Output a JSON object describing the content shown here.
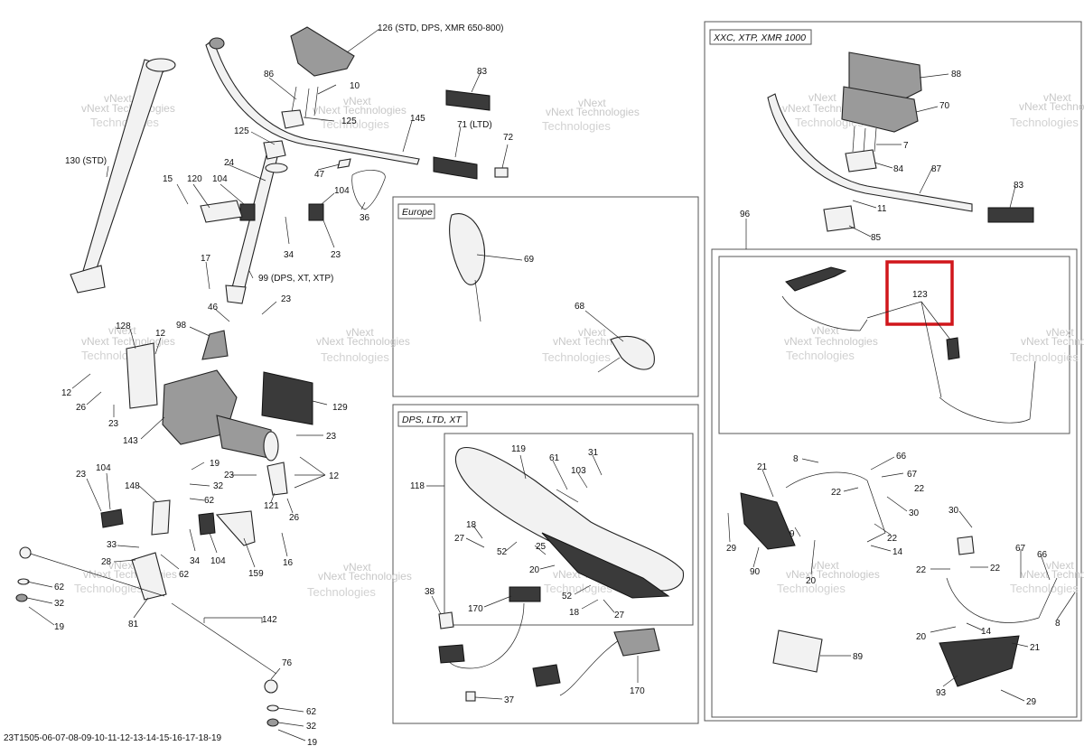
{
  "footer_code": "23T1505-06-07-08-09-10-11-12-13-14-15-16-17-18-19",
  "watermark": {
    "line1": "vNext",
    "line2": "Technologies",
    "line3": "vNext Technologies"
  },
  "groups": {
    "xxc": "XXC, XTP, XMR 1000",
    "europe": "Europe",
    "dps": "DPS, LTD, XT"
  },
  "colors": {
    "highlight": "#d0161b"
  },
  "callouts": [
    {
      "id": "l126",
      "text": "126 (STD, DPS, XMR 650-800)"
    },
    {
      "id": "l86",
      "text": "86"
    },
    {
      "id": "l10",
      "text": "10"
    },
    {
      "id": "l125a",
      "text": "125"
    },
    {
      "id": "l125b",
      "text": "125"
    },
    {
      "id": "l83a",
      "text": "83"
    },
    {
      "id": "l145",
      "text": "145"
    },
    {
      "id": "l71",
      "text": "71 (LTD)"
    },
    {
      "id": "l72",
      "text": "72"
    },
    {
      "id": "l47",
      "text": "47"
    },
    {
      "id": "l36",
      "text": "36"
    },
    {
      "id": "l130",
      "text": "130 (STD)"
    },
    {
      "id": "l24",
      "text": "24"
    },
    {
      "id": "l15",
      "text": "15"
    },
    {
      "id": "l120",
      "text": "120"
    },
    {
      "id": "l104a",
      "text": "104"
    },
    {
      "id": "l104b",
      "text": "104"
    },
    {
      "id": "l34a",
      "text": "34"
    },
    {
      "id": "l23a",
      "text": "23"
    },
    {
      "id": "l17",
      "text": "17"
    },
    {
      "id": "l99",
      "text": "99 (DPS, XT, XTP)"
    },
    {
      "id": "l23b",
      "text": "23"
    },
    {
      "id": "l46",
      "text": "46"
    },
    {
      "id": "l98",
      "text": "98"
    },
    {
      "id": "l128",
      "text": "128"
    },
    {
      "id": "l12a",
      "text": "12"
    },
    {
      "id": "l12b",
      "text": "12"
    },
    {
      "id": "l26a",
      "text": "26"
    },
    {
      "id": "l23c",
      "text": "23"
    },
    {
      "id": "l143",
      "text": "143"
    },
    {
      "id": "l129",
      "text": "129"
    },
    {
      "id": "l23d",
      "text": "23"
    },
    {
      "id": "l19a",
      "text": "19"
    },
    {
      "id": "l32a",
      "text": "32"
    },
    {
      "id": "l23e",
      "text": "23"
    },
    {
      "id": "l12c",
      "text": "12"
    },
    {
      "id": "l23f",
      "text": "23"
    },
    {
      "id": "l104c",
      "text": "104"
    },
    {
      "id": "l148",
      "text": "148"
    },
    {
      "id": "l62a",
      "text": "62"
    },
    {
      "id": "l121",
      "text": "121"
    },
    {
      "id": "l26b",
      "text": "26"
    },
    {
      "id": "l34b",
      "text": "34"
    },
    {
      "id": "l104d",
      "text": "104"
    },
    {
      "id": "l159",
      "text": "159"
    },
    {
      "id": "l16",
      "text": "16"
    },
    {
      "id": "l33",
      "text": "33"
    },
    {
      "id": "l28",
      "text": "28"
    },
    {
      "id": "l62b",
      "text": "62"
    },
    {
      "id": "l62c",
      "text": "62"
    },
    {
      "id": "l32b",
      "text": "32"
    },
    {
      "id": "l19b",
      "text": "19"
    },
    {
      "id": "l81",
      "text": "81"
    },
    {
      "id": "l142",
      "text": "142"
    },
    {
      "id": "l76",
      "text": "76"
    },
    {
      "id": "l62d",
      "text": "62"
    },
    {
      "id": "l32c",
      "text": "32"
    },
    {
      "id": "l19c",
      "text": "19"
    },
    {
      "id": "l69",
      "text": "69"
    },
    {
      "id": "l68",
      "text": "68"
    },
    {
      "id": "l118",
      "text": "118"
    },
    {
      "id": "l119",
      "text": "119"
    },
    {
      "id": "l61",
      "text": "61"
    },
    {
      "id": "l31",
      "text": "31"
    },
    {
      "id": "l103",
      "text": "103"
    },
    {
      "id": "l18a",
      "text": "18"
    },
    {
      "id": "l27a",
      "text": "27"
    },
    {
      "id": "l52a",
      "text": "52"
    },
    {
      "id": "l25",
      "text": "25"
    },
    {
      "id": "l20a",
      "text": "20"
    },
    {
      "id": "l52b",
      "text": "52"
    },
    {
      "id": "l18b",
      "text": "18"
    },
    {
      "id": "l27b",
      "text": "27"
    },
    {
      "id": "l38",
      "text": "38"
    },
    {
      "id": "l170a",
      "text": "170"
    },
    {
      "id": "l37",
      "text": "37"
    },
    {
      "id": "l170b",
      "text": "170"
    },
    {
      "id": "l88",
      "text": "88"
    },
    {
      "id": "l70",
      "text": "70"
    },
    {
      "id": "l7",
      "text": "7"
    },
    {
      "id": "l84",
      "text": "84"
    },
    {
      "id": "l87",
      "text": "87"
    },
    {
      "id": "l11",
      "text": "11"
    },
    {
      "id": "l85",
      "text": "85"
    },
    {
      "id": "l83b",
      "text": "83"
    },
    {
      "id": "l96",
      "text": "96"
    },
    {
      "id": "l123",
      "text": "123"
    },
    {
      "id": "l8a",
      "text": "8"
    },
    {
      "id": "l66a",
      "text": "66"
    },
    {
      "id": "l21a",
      "text": "21"
    },
    {
      "id": "l67a",
      "text": "67"
    },
    {
      "id": "l22a",
      "text": "22"
    },
    {
      "id": "l22b",
      "text": "22"
    },
    {
      "id": "l30a",
      "text": "30"
    },
    {
      "id": "l22c",
      "text": "22"
    },
    {
      "id": "l29a",
      "text": "29"
    },
    {
      "id": "l9",
      "text": "9"
    },
    {
      "id": "l14a",
      "text": "14"
    },
    {
      "id": "l90",
      "text": "90"
    },
    {
      "id": "l20b",
      "text": "20"
    },
    {
      "id": "l30b",
      "text": "30"
    },
    {
      "id": "l67b",
      "text": "67"
    },
    {
      "id": "l66b",
      "text": "66"
    },
    {
      "id": "l22d",
      "text": "22"
    },
    {
      "id": "l22e",
      "text": "22"
    },
    {
      "id": "l8b",
      "text": "8"
    },
    {
      "id": "l14b",
      "text": "14"
    },
    {
      "id": "l20c",
      "text": "20"
    },
    {
      "id": "l21b",
      "text": "21"
    },
    {
      "id": "l89",
      "text": "89"
    },
    {
      "id": "l93",
      "text": "93"
    },
    {
      "id": "l29b",
      "text": "29"
    }
  ]
}
